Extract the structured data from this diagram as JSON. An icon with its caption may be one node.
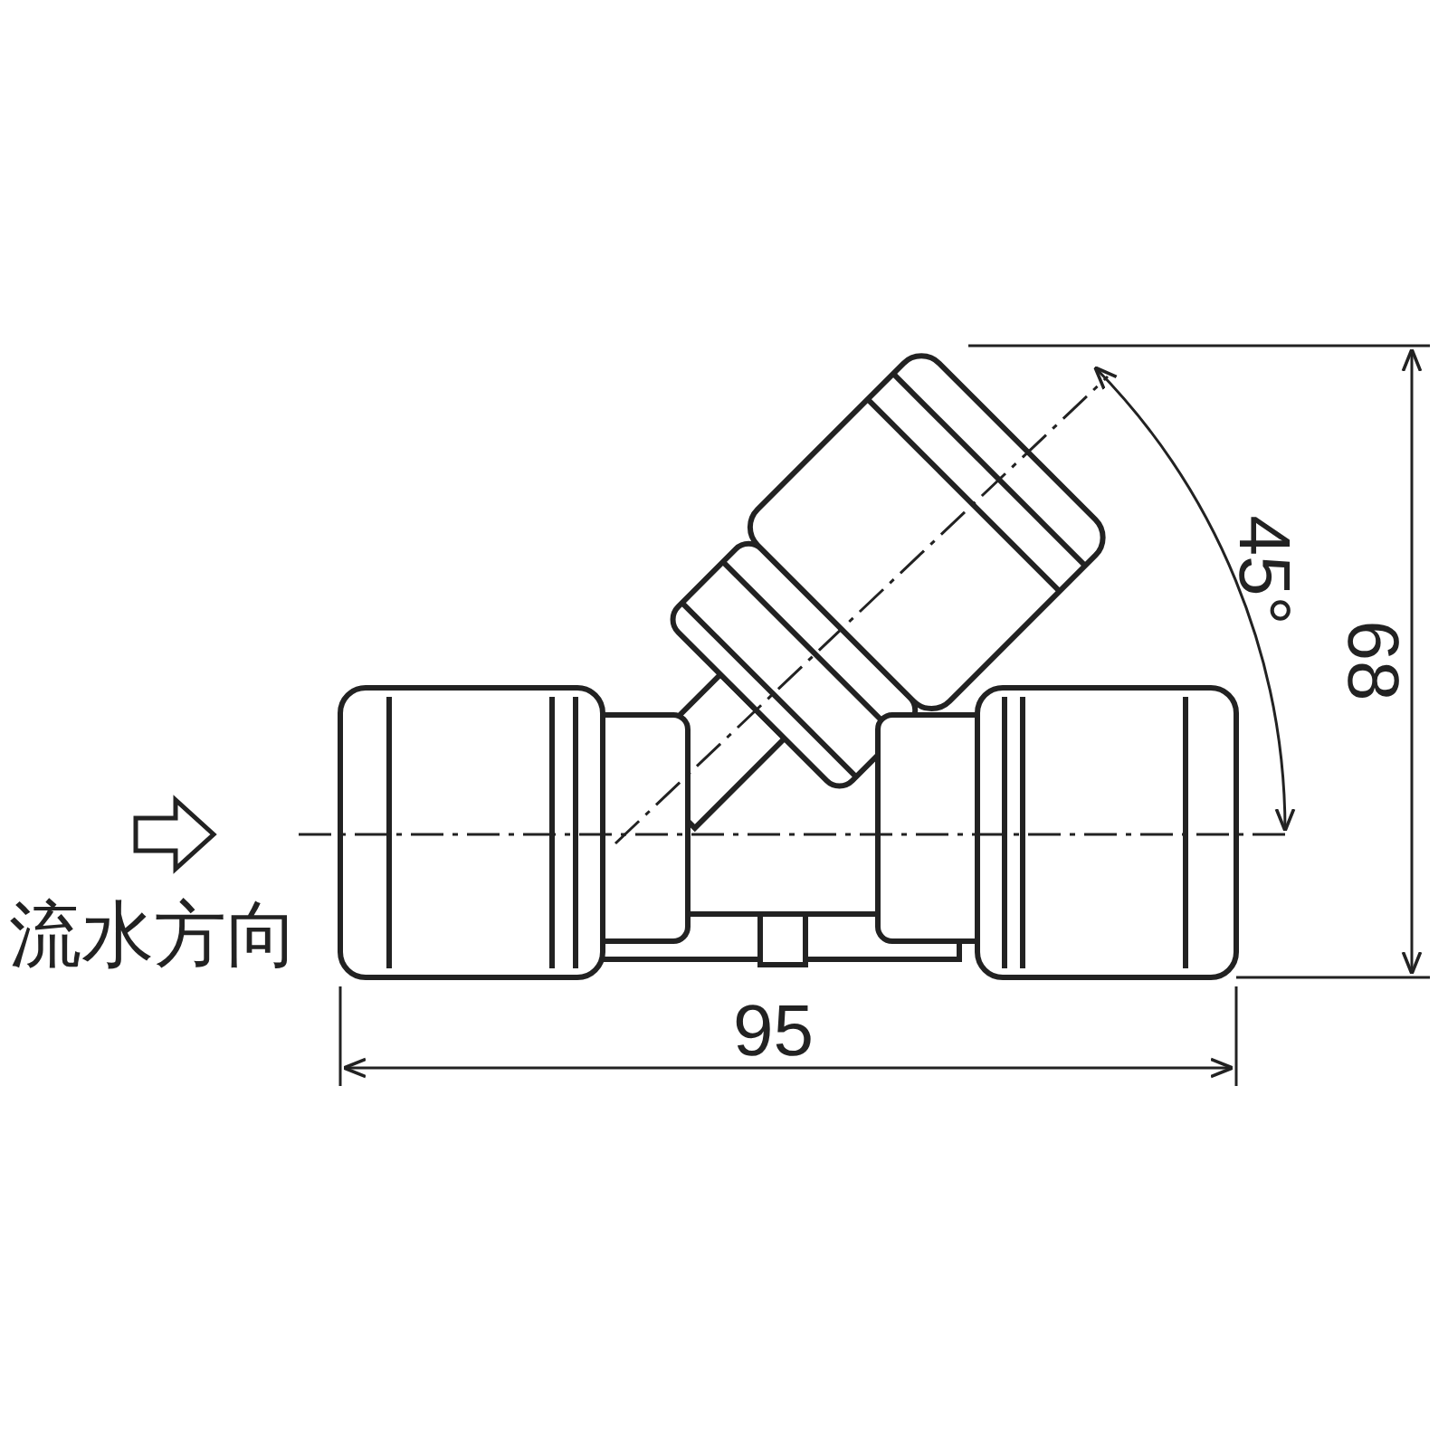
{
  "diagram": {
    "labels": [
      "流水方向",
      "95",
      "68",
      "45°"
    ]
  }
}
